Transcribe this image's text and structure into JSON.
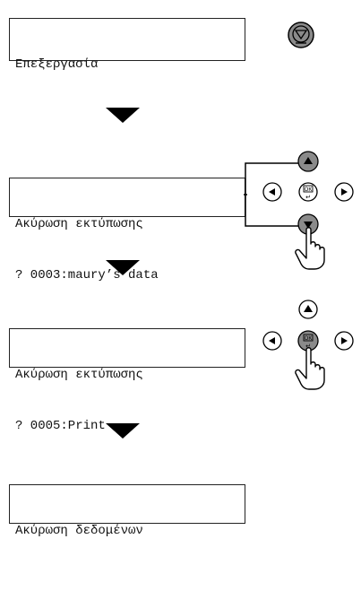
{
  "steps": [
    {
      "line1": "Επεξεργασία",
      "line2": ""
    },
    {
      "line1": "Ακύρωση εκτύπωσης",
      "line2": "? 0003:maury’s data"
    },
    {
      "line1": "Ακύρωση εκτύπωσης",
      "line2": "? 0005:Print"
    },
    {
      "line1": "Ακύρωση δεδομένων",
      "line2": ""
    }
  ],
  "keys": {
    "stop": "stop-key",
    "ok_label": "OK",
    "ok_sub": "↵"
  },
  "colors": {
    "key_active": "#8a8a8a",
    "key_idle": "#ffffff",
    "line": "#000000"
  }
}
